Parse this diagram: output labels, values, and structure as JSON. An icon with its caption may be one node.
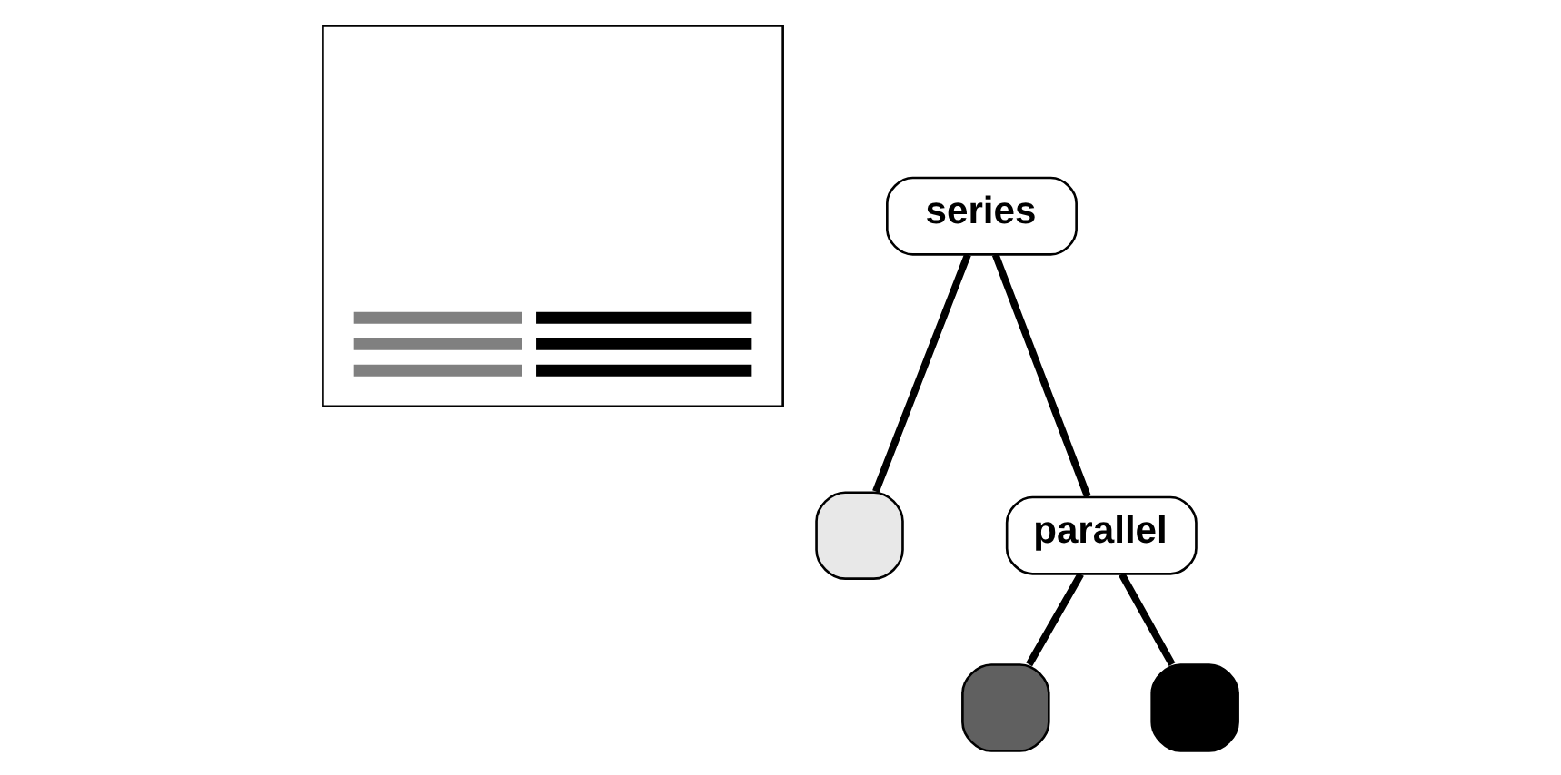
{
  "diagram": {
    "nodes": [
      {
        "text": [],
        "shape": "box"
      },
      {
        "text": [
          "series"
        ]
      },
      {
        "text": [],
        "shape": "box"
      },
      {
        "text": [
          "parallel"
        ]
      },
      {
        "text": [],
        "shape": "box"
      },
      {
        "text": [],
        "shape": "box"
      }
    ],
    "edges": [
      {
        "from": 1,
        "to": 2,
        "arrow": "none"
      },
      {
        "from": 1,
        "to": 3,
        "arrow": "none"
      },
      {
        "from": 3,
        "to": 4,
        "arrow": "none"
      },
      {
        "from": 3,
        "to": 5,
        "arrow": "none"
      }
    ]
  }
}
